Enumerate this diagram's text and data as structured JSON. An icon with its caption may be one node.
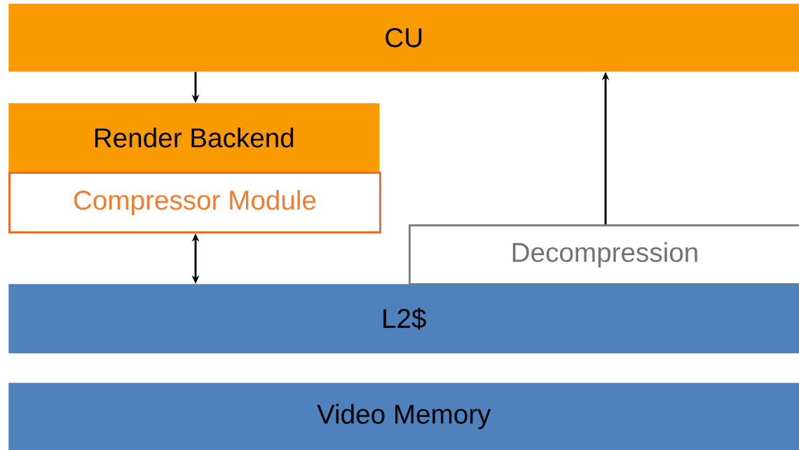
{
  "diagram": {
    "nodes": [
      {
        "text": [
          "CU"
        ]
      },
      {
        "text": [
          "Render Backend"
        ]
      },
      {
        "text": [
          "Compressor Module"
        ]
      },
      {
        "text": [
          "Decompression"
        ]
      },
      {
        "text": [
          "L2$"
        ]
      },
      {
        "text": [
          "Video Memory"
        ]
      }
    ],
    "edges": [
      {
        "from": 0,
        "to": 1,
        "arrow": "to"
      },
      {
        "from": 2,
        "to": 4,
        "arrow": "both"
      },
      {
        "from": 3,
        "to": 0,
        "arrow": "to"
      }
    ]
  }
}
